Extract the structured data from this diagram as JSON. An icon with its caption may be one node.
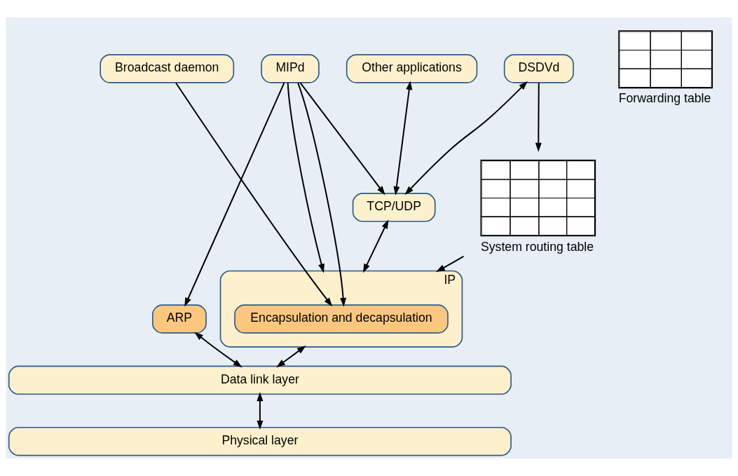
{
  "diagram": {
    "nodes": [
      {
        "text": [
          "Broadcast daemon"
        ]
      },
      {
        "text": [
          "MIPd"
        ]
      },
      {
        "text": [
          "Other applications"
        ]
      },
      {
        "text": [
          "DSDVd"
        ]
      },
      {
        "text": [
          "Forwarding table"
        ]
      },
      {
        "text": [
          "TCP/UDP"
        ]
      },
      {
        "text": [
          "IP"
        ]
      },
      {
        "text": [
          "Encapsulation and decapsulation"
        ],
        "in": 6
      },
      {
        "text": [
          "ARP"
        ]
      },
      {
        "text": [
          "System routing table"
        ]
      },
      {
        "text": [
          "Data link layer"
        ]
      },
      {
        "text": [
          "Physical layer"
        ]
      }
    ],
    "edges": [
      {
        "from": 0,
        "to": 7,
        "arrow": "to"
      },
      {
        "from": 1,
        "to": 8,
        "arrow": "to"
      },
      {
        "from": 1,
        "to": 6,
        "arrow": "to"
      },
      {
        "from": 1,
        "to": 7,
        "arrow": "to"
      },
      {
        "from": 1,
        "to": 5,
        "arrow": "to"
      },
      {
        "from": 2,
        "to": 5,
        "arrow": "both"
      },
      {
        "from": 3,
        "to": 5,
        "arrow": "both"
      },
      {
        "from": 3,
        "to": 9,
        "arrow": "to"
      },
      {
        "from": 5,
        "to": 6,
        "arrow": "both"
      },
      {
        "from": 9,
        "to": 6,
        "arrow": "to"
      },
      {
        "from": 8,
        "to": 10,
        "arrow": "both"
      },
      {
        "from": 6,
        "to": 10,
        "arrow": "both"
      },
      {
        "from": 10,
        "to": 11,
        "arrow": "both"
      }
    ]
  }
}
